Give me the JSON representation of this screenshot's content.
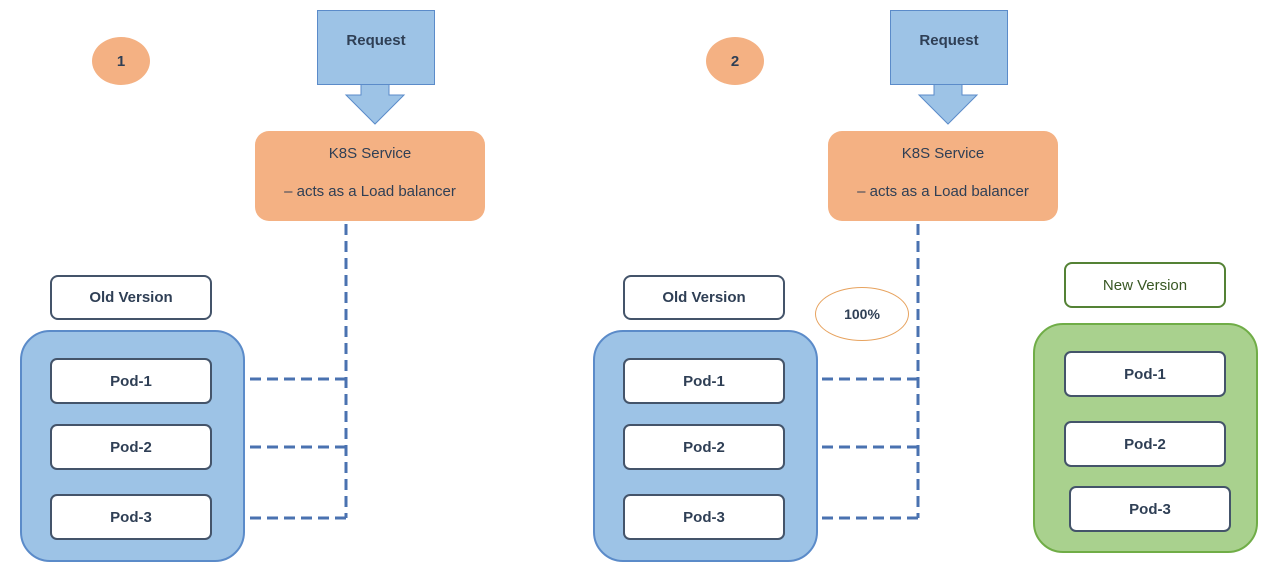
{
  "colors": {
    "request_fill": "#9dc3e6",
    "service_fill": "#f4b183",
    "old_group_fill": "#9dc3e6",
    "new_group_fill": "#a9d18e",
    "connector": "#4a72b0"
  },
  "left": {
    "step": "1",
    "request": "Request",
    "service_line1": "K8S Service",
    "service_line2": "– acts as a Load balancer",
    "old_version_label": "Old Version",
    "pods": [
      "Pod-1",
      "Pod-2",
      "Pod-3"
    ]
  },
  "right": {
    "step": "2",
    "request": "Request",
    "service_line1": "K8S Service",
    "service_line2": "– acts as a Load balancer",
    "old_version_label": "Old Version",
    "traffic_percent": "100%",
    "pods": [
      "Pod-1",
      "Pod-2",
      "Pod-3"
    ],
    "new_version_label": "New Version",
    "new_pods": [
      "Pod-1",
      "Pod-2",
      "Pod-3"
    ]
  }
}
